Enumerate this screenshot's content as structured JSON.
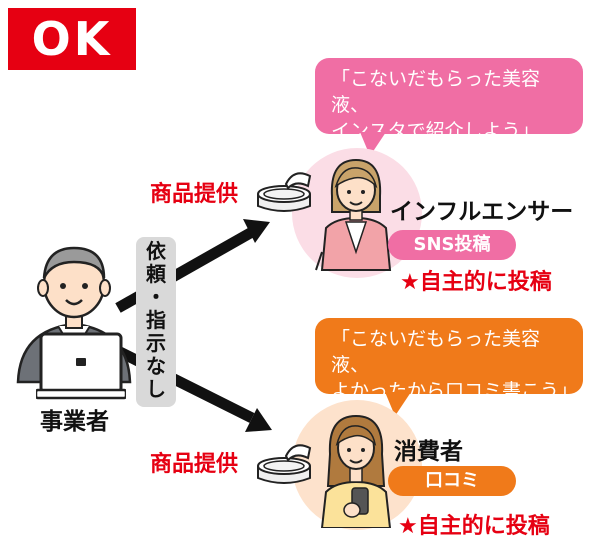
{
  "badge": {
    "label": "OK"
  },
  "business": {
    "label": "事業者"
  },
  "request": {
    "chars": [
      "依",
      "頼",
      "・",
      "指",
      "示",
      "な",
      "し"
    ]
  },
  "influencer": {
    "bubble_lines": [
      "「こないだもらった美容液、",
      "インスタで紹介しよう」"
    ],
    "product_label": "商品提供",
    "role": "インフルエンサー",
    "tag": "SNS投稿",
    "voluntary": "★自主的に投稿"
  },
  "consumer": {
    "bubble_lines": [
      "「こないだもらった美容液、",
      "よかったから口コミ書こう」"
    ],
    "product_label": "商品提供",
    "role": "消費者",
    "tag": "口コミ",
    "voluntary": "★自主的に投稿"
  },
  "colors": {
    "ok_red": "#e60012",
    "influencer_pink": "#f06ea4",
    "consumer_orange": "#f07a1a"
  },
  "icons": [
    "businessman-icon",
    "laptop-icon",
    "cream-jar-icon",
    "influencer-woman-icon",
    "consumer-woman-icon",
    "arrow-icon"
  ]
}
